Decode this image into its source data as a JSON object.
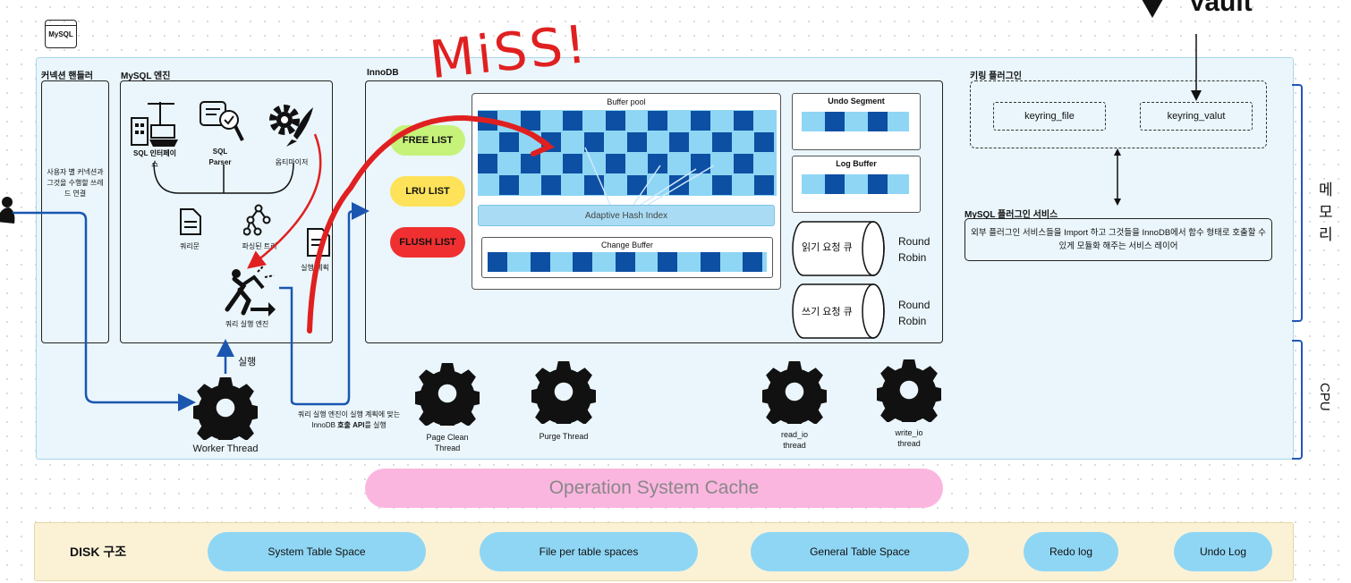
{
  "header": {
    "logo_text": "MySQL"
  },
  "vault_text": "Vault",
  "annotation": {
    "miss_text": "MiSS!"
  },
  "sections": {
    "connection_handler": {
      "title": "커넥션 핸들러",
      "desc": "사용자 별 커넥션과 그것을 수행할 쓰레드 연결"
    },
    "mysql_engine": {
      "title": "MySQL 엔진",
      "sql_interface": "SQL 인터페이스",
      "sql_parser": "SQL Parser",
      "optimizer": "옵티마이저",
      "query_text": "쿼리문",
      "parse_tree": "파싱된 트리",
      "exec_plan": "실행 계획",
      "query_engine": "쿼리 실행 엔진"
    },
    "innodb": {
      "title": "InnoDB",
      "free_list": "FREE LIST",
      "lru_list": "LRU LIST",
      "flush_list": "FLUSH LIST",
      "buffer_pool": "Buffer pool",
      "adaptive_hash": "Adaptive Hash Index",
      "change_buffer": "Change Buffer",
      "undo_segment": "Undo Segment",
      "log_buffer": "Log Buffer",
      "read_queue": "읽기 요청 큐",
      "write_queue": "쓰기 요청 큐",
      "round_robin_1": "Round Robin",
      "round_robin_2": "Round Robin"
    },
    "keyring": {
      "title": "키링 플러그인",
      "file": "keyring_file",
      "vault": "keyring_valut"
    },
    "plugin_service": {
      "title": "MySQL 플러그인 서비스",
      "desc": "외부 플러그인 서비스들을 Import 하고 그것들을 InnoDB에서 함수 형태로 호출할 수 있게 모듈화 해주는 서비스 레이어"
    }
  },
  "side_labels": {
    "memory": "메모리",
    "cpu": "CPU"
  },
  "threads": {
    "exec_label": "실행",
    "worker": "Worker Thread",
    "api_note_1": "쿼리 실행 엔진이 실행 계획에 맞는",
    "api_note_2a": "InnoDB ",
    "api_note_2b": "호출 API",
    "api_note_2c": "를 실행",
    "page_clean": "Page Clean Thread",
    "purge": "Purge Thread",
    "read_io": "read_io thread",
    "write_io": "write_io thread"
  },
  "os_cache": "Operation System Cache",
  "disk": {
    "title": "DISK 구조",
    "items": [
      "System Table Space",
      "File per table spaces",
      "General Table Space",
      "Redo log",
      "Undo Log"
    ]
  },
  "colors": {
    "memory_bg": "#eaf6fc",
    "disk_bg": "#fbf2d6",
    "os_cache": "#fbb6e0",
    "cell_dark": "#0d4fa3",
    "cell_light": "#8fd6f5",
    "free_list": "#c6f27a",
    "lru_list": "#fde25a",
    "flush_list": "#f03030",
    "arrow_blue": "#1a56b0",
    "arrow_red": "#e02020"
  }
}
